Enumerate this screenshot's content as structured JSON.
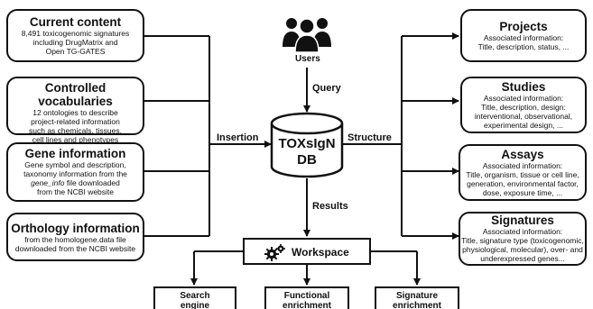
{
  "left_boxes": {
    "current_content": {
      "title": "Current content",
      "lines": [
        "8,491 toxicogenomic signatures",
        "including DrugMatrix and",
        "Open TG-GATES"
      ]
    },
    "controlled_vocabularies": {
      "title": "Controlled vocabularies",
      "lines": [
        "12 ontologies to describe",
        "project-related information",
        "such as chemicals, tissues,",
        "cell lines and phenotypes"
      ]
    },
    "gene_information": {
      "title": "Gene information",
      "lines": [
        "Gene symbol and description,",
        "taxonomy information from the"
      ],
      "line3_italic": "gene_info",
      "line3_prefix": "",
      "line3_suffix": " file downloaded",
      "line4": "from the NCBI website"
    },
    "orthology_information": {
      "title": "Orthology information",
      "lines": [
        "from the homologene.data file",
        "downloaded from the NCBI website"
      ]
    }
  },
  "center": {
    "users_label": "Users",
    "query_label": "Query",
    "db_title_line1": "TOXsIgN",
    "db_title_line2": "DB",
    "insertion_label": "Insertion",
    "structure_label": "Structure",
    "results_label": "Results",
    "workspace_label": "Workspace"
  },
  "right_boxes": {
    "projects": {
      "title": "Projects",
      "lines": [
        "Associated information:",
        "Title, description, status, ..."
      ]
    },
    "studies": {
      "title": "Studies",
      "lines": [
        "Associated information:",
        "Title, description, design:",
        "interventional, observational,",
        "experimental design, ..."
      ]
    },
    "assays": {
      "title": "Assays",
      "lines": [
        "Associated information:",
        "Title, organism, tissue or cell line,",
        "generation, environmental factor,",
        "dose, exposure time, ..."
      ]
    },
    "signatures": {
      "title": "Signatures",
      "lines": [
        "Associated information:",
        "Title, signature type (toxicogenomic,",
        "physiological, molecular), over- and",
        "underexpressed genes..."
      ]
    }
  },
  "bottom_boxes": {
    "search": {
      "line1": "Search",
      "line2": "engine"
    },
    "functional": {
      "line1": "Functional",
      "line2": "enrichment"
    },
    "signature": {
      "line1": "Signature",
      "line2": "enrichment"
    }
  },
  "colors": {
    "stroke": "#111111",
    "background": "#ffffff"
  },
  "icons": {
    "users": "users-icon",
    "workspace": "gears-icon"
  }
}
